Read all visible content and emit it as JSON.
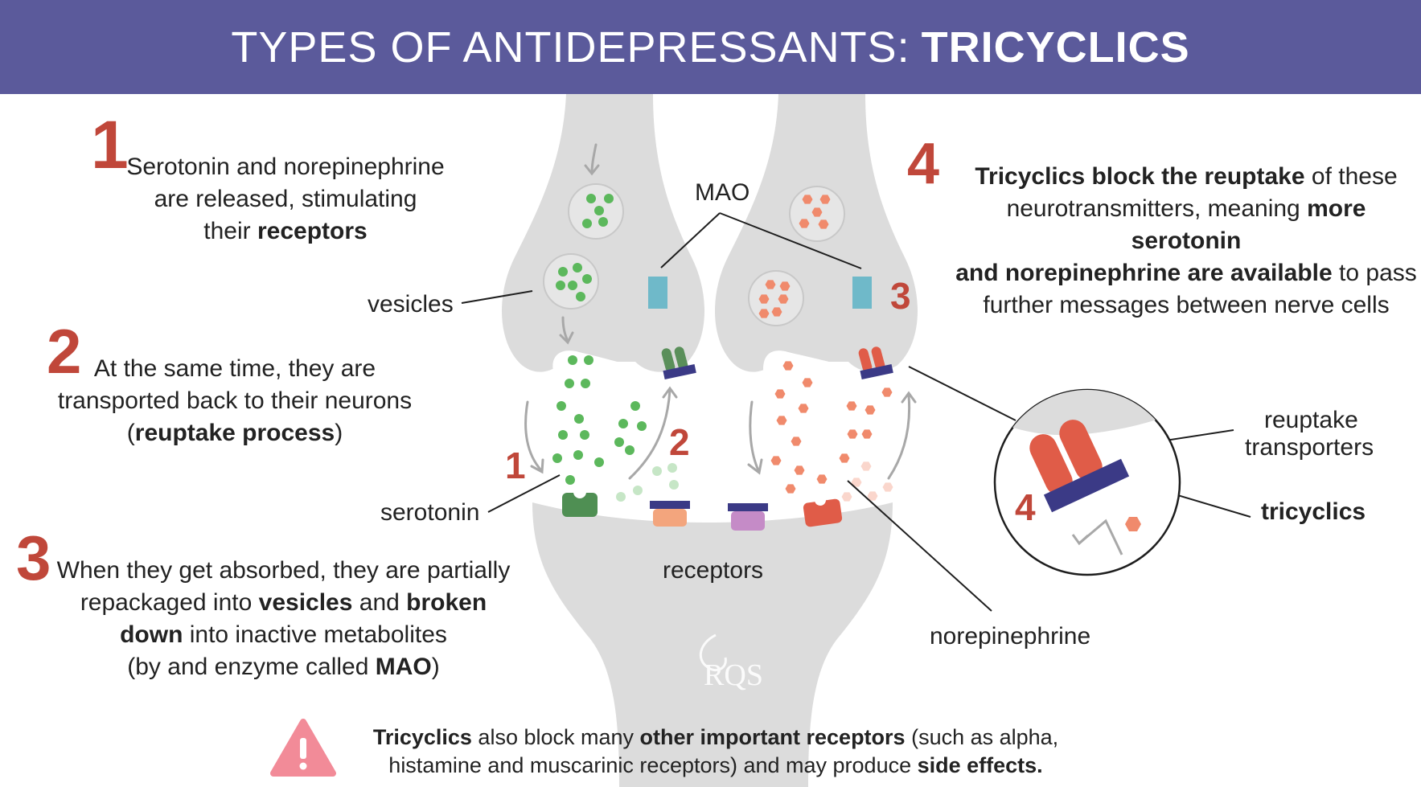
{
  "header": {
    "title_light": "TYPES OF ANTIDEPRESSANTS:",
    "title_bold": "TRICYCLICS"
  },
  "steps": [
    {
      "number": "1",
      "parts": [
        {
          "t": "Serotonin and norepinephrine"
        },
        {
          "br": true
        },
        {
          "t": "are released, stimulating"
        },
        {
          "br": true
        },
        {
          "t": "their "
        },
        {
          "t": "receptors",
          "b": true
        }
      ]
    },
    {
      "number": "2",
      "parts": [
        {
          "t": "At the same time, they are"
        },
        {
          "br": true
        },
        {
          "t": "transported back to their neurons"
        },
        {
          "br": true
        },
        {
          "t": "("
        },
        {
          "t": "reuptake process",
          "b": true
        },
        {
          "t": ")"
        }
      ]
    },
    {
      "number": "3",
      "parts": [
        {
          "t": "When they get absorbed, they are partially"
        },
        {
          "br": true
        },
        {
          "t": "repackaged into "
        },
        {
          "t": "vesicles",
          "b": true
        },
        {
          "t": " and "
        },
        {
          "t": "broken",
          "b": true
        },
        {
          "br": true
        },
        {
          "t": "down",
          "b": true
        },
        {
          "t": " into inactive metabolites"
        },
        {
          "br": true
        },
        {
          "t": "(by and enzyme called "
        },
        {
          "t": "MAO",
          "b": true
        },
        {
          "t": ")"
        }
      ]
    },
    {
      "number": "4",
      "parts": [
        {
          "t": "Tricyclics block the reuptake",
          "b": true
        },
        {
          "t": " of these"
        },
        {
          "br": true
        },
        {
          "t": "neurotransmitters, meaning "
        },
        {
          "t": "more serotonin",
          "b": true
        },
        {
          "br": true
        },
        {
          "t": "and norepinephrine are available",
          "b": true
        },
        {
          "t": " to pass"
        },
        {
          "br": true
        },
        {
          "t": "further messages between nerve cells"
        }
      ]
    }
  ],
  "labels": {
    "mao": "MAO",
    "vesicles": "vesicles",
    "serotonin": "serotonin",
    "receptors": "receptors",
    "norepinephrine": "norepinephrine",
    "reuptake_transporters_line1": "reuptake",
    "reuptake_transporters_line2": "transporters",
    "tricyclics": "tricyclics"
  },
  "diagram_markers": {
    "m1": "1",
    "m2": "2",
    "m3": "3",
    "m4": "4"
  },
  "warning": {
    "parts": [
      {
        "t": "Tricyclics",
        "b": true
      },
      {
        "t": " also block many "
      },
      {
        "t": "other important receptors",
        "b": true
      },
      {
        "t": " (such as alpha,"
      },
      {
        "br": true
      },
      {
        "t": "histamine and muscarinic receptors) and may produce "
      },
      {
        "t": "side effects.",
        "b": true
      }
    ]
  },
  "colors": {
    "header": "#5b5a9b",
    "accent_red": "#c0473a",
    "serotonin": "#5cb85c",
    "norepinephrine": "#f08a6c",
    "neuron": "#dcdcdc",
    "mao": "#6fb9c9",
    "tricyclic": "#3b3a86",
    "warning": "#f28b98"
  },
  "logo_text": "RQS"
}
